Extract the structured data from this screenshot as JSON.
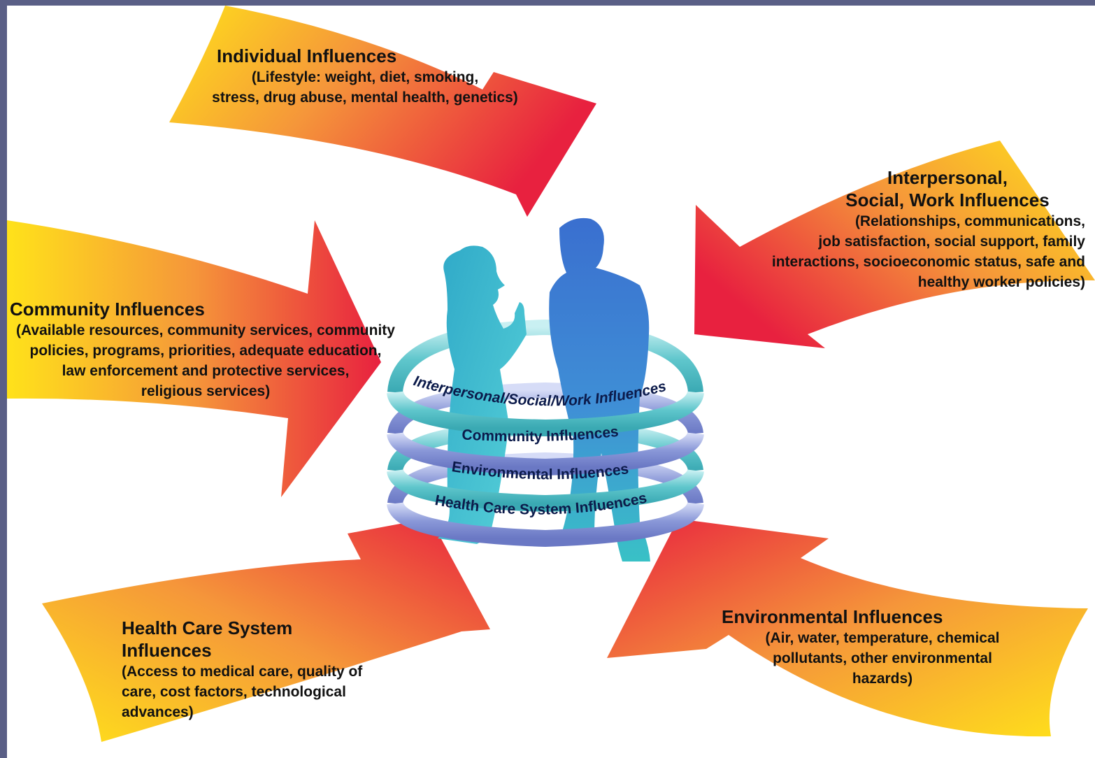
{
  "colors": {
    "arrow_tip": "#e8213f",
    "arrow_mid": "#f07a3a",
    "arrow_base": "#ffe21a",
    "ring_teal": "#5fc6cc",
    "ring_blue": "#8a98d8",
    "figure_blue": "#3f7fd1",
    "figure_teal": "#2fb5c8",
    "frame": "#5a5f86"
  },
  "influences": {
    "individual": {
      "title": "Individual Influences",
      "details": "(Lifestyle: weight, diet, smoking,\nstress, drug abuse, mental health, genetics)"
    },
    "interpersonal": {
      "title": "Interpersonal,\nSocial, Work Influences",
      "details": "(Relationships, communications,\njob satisfaction, social support, family\ninteractions, socioeconomic status, safe and\nhealthy worker policies)"
    },
    "community": {
      "title": "Community Influences",
      "details": "(Available resources, community services, community\npolicies, programs, priorities, adequate education,\nlaw enforcement and protective services,\nreligious services)"
    },
    "health_care": {
      "title": "Health Care System Influences",
      "details": "(Access to medical care, quality of\ncare, cost factors, technological\nadvances)"
    },
    "environmental": {
      "title": "Environmental Influences",
      "details": "(Air, water, temperature, chemical\npollutants, other environmental\nhazards)"
    }
  },
  "rings": {
    "interpersonal": "Interpersonal/Social/Work Influences",
    "community": "Community Influences",
    "environmental": "Environmental Influences",
    "health_care": "Health Care System Influences"
  }
}
